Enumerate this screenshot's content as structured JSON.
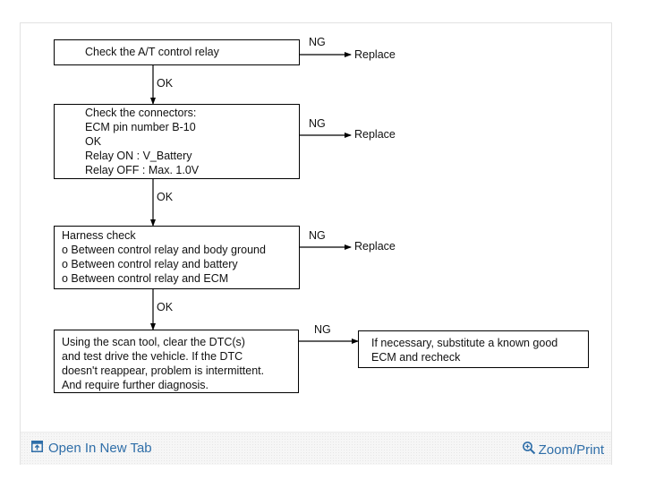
{
  "diagram": {
    "boxes": [
      {
        "id": "box-check-relay",
        "lines": [
          "Check the A/T control relay"
        ]
      },
      {
        "id": "box-check-connectors",
        "lines": [
          "Check the connectors:",
          "ECM pin number B-10",
          "OK",
          "Relay ON : V_Battery",
          "Relay OFF : Max. 1.0V"
        ]
      },
      {
        "id": "box-harness-check",
        "lines": [
          "Harness check",
          "o Between control relay and body ground",
          "o Between control relay and battery",
          "o Between control relay and ECM"
        ]
      },
      {
        "id": "box-scan-tool",
        "lines": [
          "Using the scan tool, clear the DTC(s)",
          "and test drive the vehicle. If the DTC",
          "doesn't reappear, problem is intermittent.",
          "And require further diagnosis."
        ]
      },
      {
        "id": "box-substitute-ecm",
        "lines": [
          "If necessary, substitute a known good",
          "ECM and recheck"
        ]
      }
    ],
    "labels": {
      "ng": "NG",
      "ok": "OK",
      "replace": "Replace"
    }
  },
  "footer": {
    "open_tab_label": "Open In New Tab",
    "zoom_label": "Zoom/Print",
    "link_color": "#2f6ea8"
  }
}
